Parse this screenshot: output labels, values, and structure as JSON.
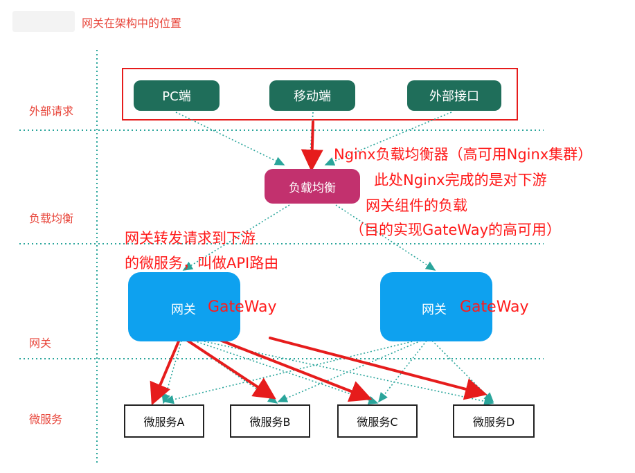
{
  "header": {
    "title": "网关在架构中的位置"
  },
  "lanes": {
    "external": "外部请求",
    "lb": "负载均衡",
    "gateway": "网关",
    "micro": "微服务"
  },
  "clients": [
    "PC端",
    "移动端",
    "外部接口"
  ],
  "load_balancer": "负载均衡",
  "gateways": [
    {
      "label": "网关",
      "tag": "GateWay"
    },
    {
      "label": "网关",
      "tag": "GateWay"
    }
  ],
  "services": [
    "微服务A",
    "微服务B",
    "微服务C",
    "微服务D"
  ],
  "notes": {
    "nginx": [
      "Nginx负载均衡器（高可用Nginx集群）",
      "此处Nginx完成的是对下游",
      "网关组件的负载",
      "（目的实现GateWay的高可用）"
    ],
    "routing": [
      "网关转发请求到下游",
      "的微服务，叫做API路由"
    ]
  },
  "colors": {
    "accent_red": "#ff1a1a",
    "lane_text": "#e8473c",
    "dotted": "#2aa59b",
    "client_box": "#1f6e5a",
    "lb_box": "#c2316e",
    "gateway_box": "#0ea1ef"
  }
}
